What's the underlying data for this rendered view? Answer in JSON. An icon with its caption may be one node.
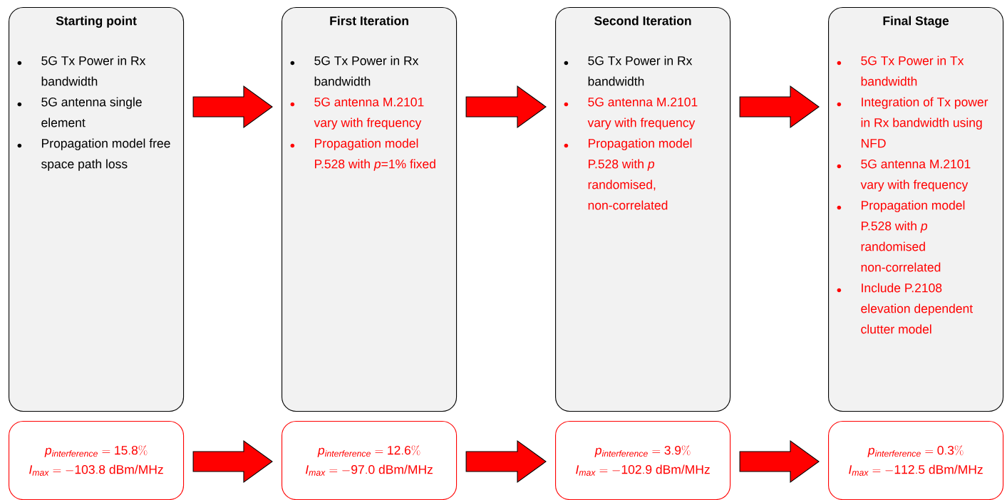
{
  "diagram": {
    "nodes": [
      {
        "text": [
          "Starting point",
          "5G Tx Power in Rx bandwidth",
          "5G antenna single element",
          "Propagation model free space path loss"
        ]
      },
      {
        "text": [
          "First Iteration",
          "5G Tx Power in Rx bandwidth",
          "5G antenna M.2101 vary with frequency",
          "Propagation model P.528 with *p*=1% fixed"
        ]
      },
      {
        "text": [
          "Second Iteration",
          "5G Tx Power in Rx bandwidth",
          "5G antenna M.2101 vary with frequency",
          "Propagation model P.528 with *p* randomised, non-correlated"
        ]
      },
      {
        "text": [
          "Final Stage",
          "5G Tx Power in Tx bandwidth",
          "Integration of Tx power in Rx bandwidth using NFD",
          "5G antenna M.2101 vary with frequency",
          "Propagation model P.528 with *p* randomised non-correlated",
          "Include P.2108 elevation dependent clutter model"
        ]
      },
      {
        "text": [
          "p_{interference} = 15.8\\%",
          "I_{max} = -103.8\\ \\mbox{dBm/MHz}"
        ]
      },
      {
        "text": [
          "p_{interference} = 12.6\\%",
          "I_{max} = -97.0\\ \\mbox{dBm/MHz}"
        ]
      },
      {
        "text": [
          "p_{interference} = 3.9\\%",
          "I_{max} = -102.9\\ \\mbox{dBm/MHz}"
        ]
      },
      {
        "text": [
          "p_{interference} = 0.3\\%",
          "I_{max} = -112.5\\ \\mbox{dBm/MHz}"
        ]
      }
    ],
    "edges": [
      {
        "from": 0,
        "to": 1,
        "arrow": "to"
      },
      {
        "from": 1,
        "to": 2,
        "arrow": "to"
      },
      {
        "from": 2,
        "to": 3,
        "arrow": "to"
      },
      {
        "from": 4,
        "to": 5,
        "arrow": "to"
      },
      {
        "from": 5,
        "to": 6,
        "arrow": "to"
      },
      {
        "from": 6,
        "to": 7,
        "arrow": "to"
      }
    ]
  }
}
